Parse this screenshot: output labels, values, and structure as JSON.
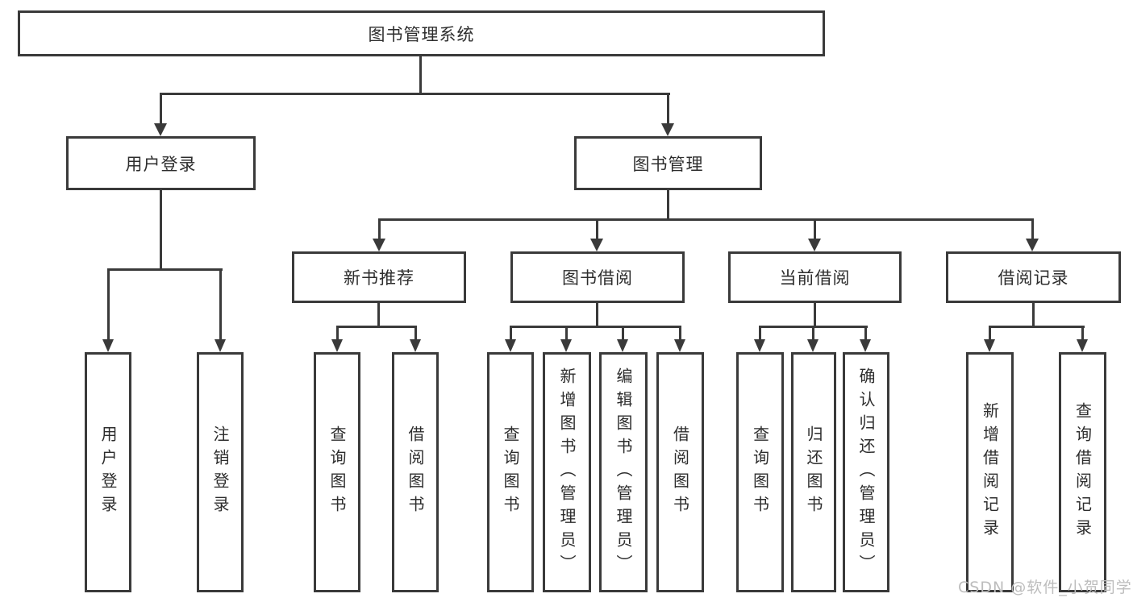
{
  "colors": {
    "line": "#3a3a3a",
    "text": "#2d2d2d",
    "box_bg": "#ffffff",
    "watermark": "#bdbdbd",
    "background": "#ffffff"
  },
  "watermark": "CSDN @软件_小贺同学",
  "tree": {
    "label": "图书管理系统",
    "children": [
      {
        "label": "用户登录",
        "children": [
          {
            "label": "用户登录"
          },
          {
            "label": "注销登录"
          }
        ]
      },
      {
        "label": "图书管理",
        "children": [
          {
            "label": "新书推荐",
            "children": [
              {
                "label": "查询图书"
              },
              {
                "label": "借阅图书"
              }
            ]
          },
          {
            "label": "图书借阅",
            "children": [
              {
                "label": "查询图书"
              },
              {
                "label": "新增图书（管理员）"
              },
              {
                "label": "编辑图书（管理员）"
              },
              {
                "label": "借阅图书"
              }
            ]
          },
          {
            "label": "当前借阅",
            "children": [
              {
                "label": "查询图书"
              },
              {
                "label": "归还图书"
              },
              {
                "label": "确认归还（管理员）"
              }
            ]
          },
          {
            "label": "借阅记录",
            "children": [
              {
                "label": "新增借阅记录"
              },
              {
                "label": "查询借阅记录"
              }
            ]
          }
        ]
      }
    ]
  }
}
